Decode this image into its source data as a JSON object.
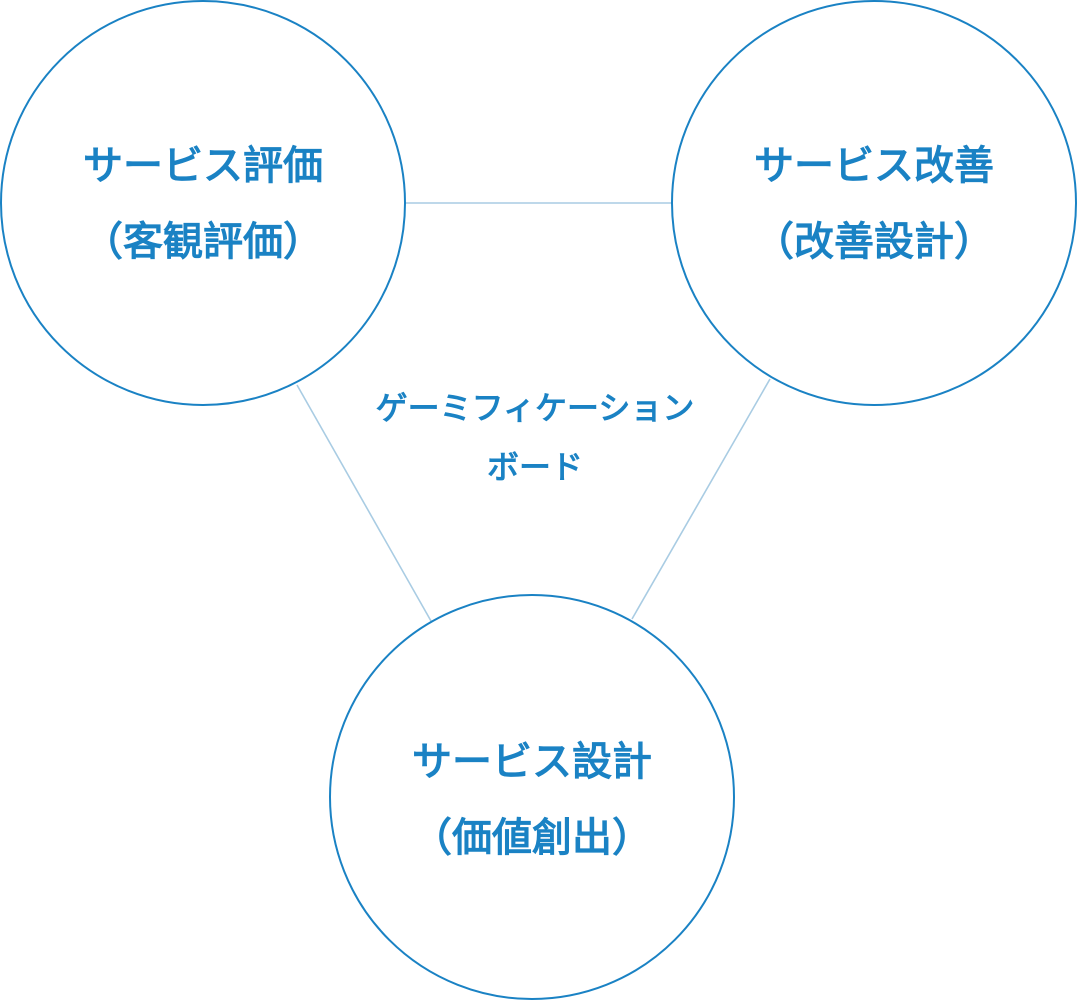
{
  "colors": {
    "accent": "#1a82c4",
    "connector": "#a9cce3",
    "background": "#ffffff"
  },
  "center": {
    "line1": "ゲーミフィケーション",
    "line2": "ボード"
  },
  "nodes": {
    "evaluation": {
      "title": "サービス評価",
      "subtitle": "（客観評価）"
    },
    "improvement": {
      "title": "サービス改善",
      "subtitle": "（改善設計）"
    },
    "design": {
      "title": "サービス設計",
      "subtitle": "（価値創出）"
    }
  }
}
